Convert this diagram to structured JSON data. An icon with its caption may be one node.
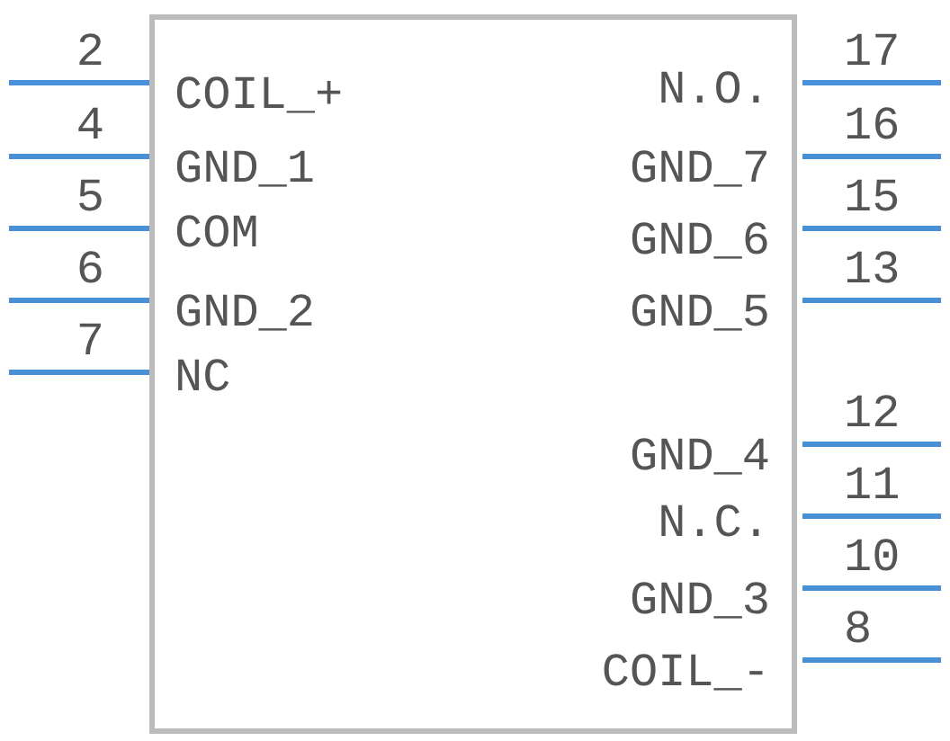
{
  "diagram": {
    "nodes": [
      {
        "text": [],
        "shape": "box"
      }
    ],
    "labels": [
      "2",
      "COIL_+",
      "4",
      "GND_1",
      "5",
      "COM",
      "6",
      "GND_2",
      "7",
      "NC",
      "17",
      "N.O.",
      "16",
      "GND_7",
      "15",
      "GND_6",
      "13",
      "GND_5",
      "12",
      "GND_4",
      "11",
      "N.C.",
      "10",
      "GND_3",
      "8",
      "COIL_-"
    ]
  }
}
